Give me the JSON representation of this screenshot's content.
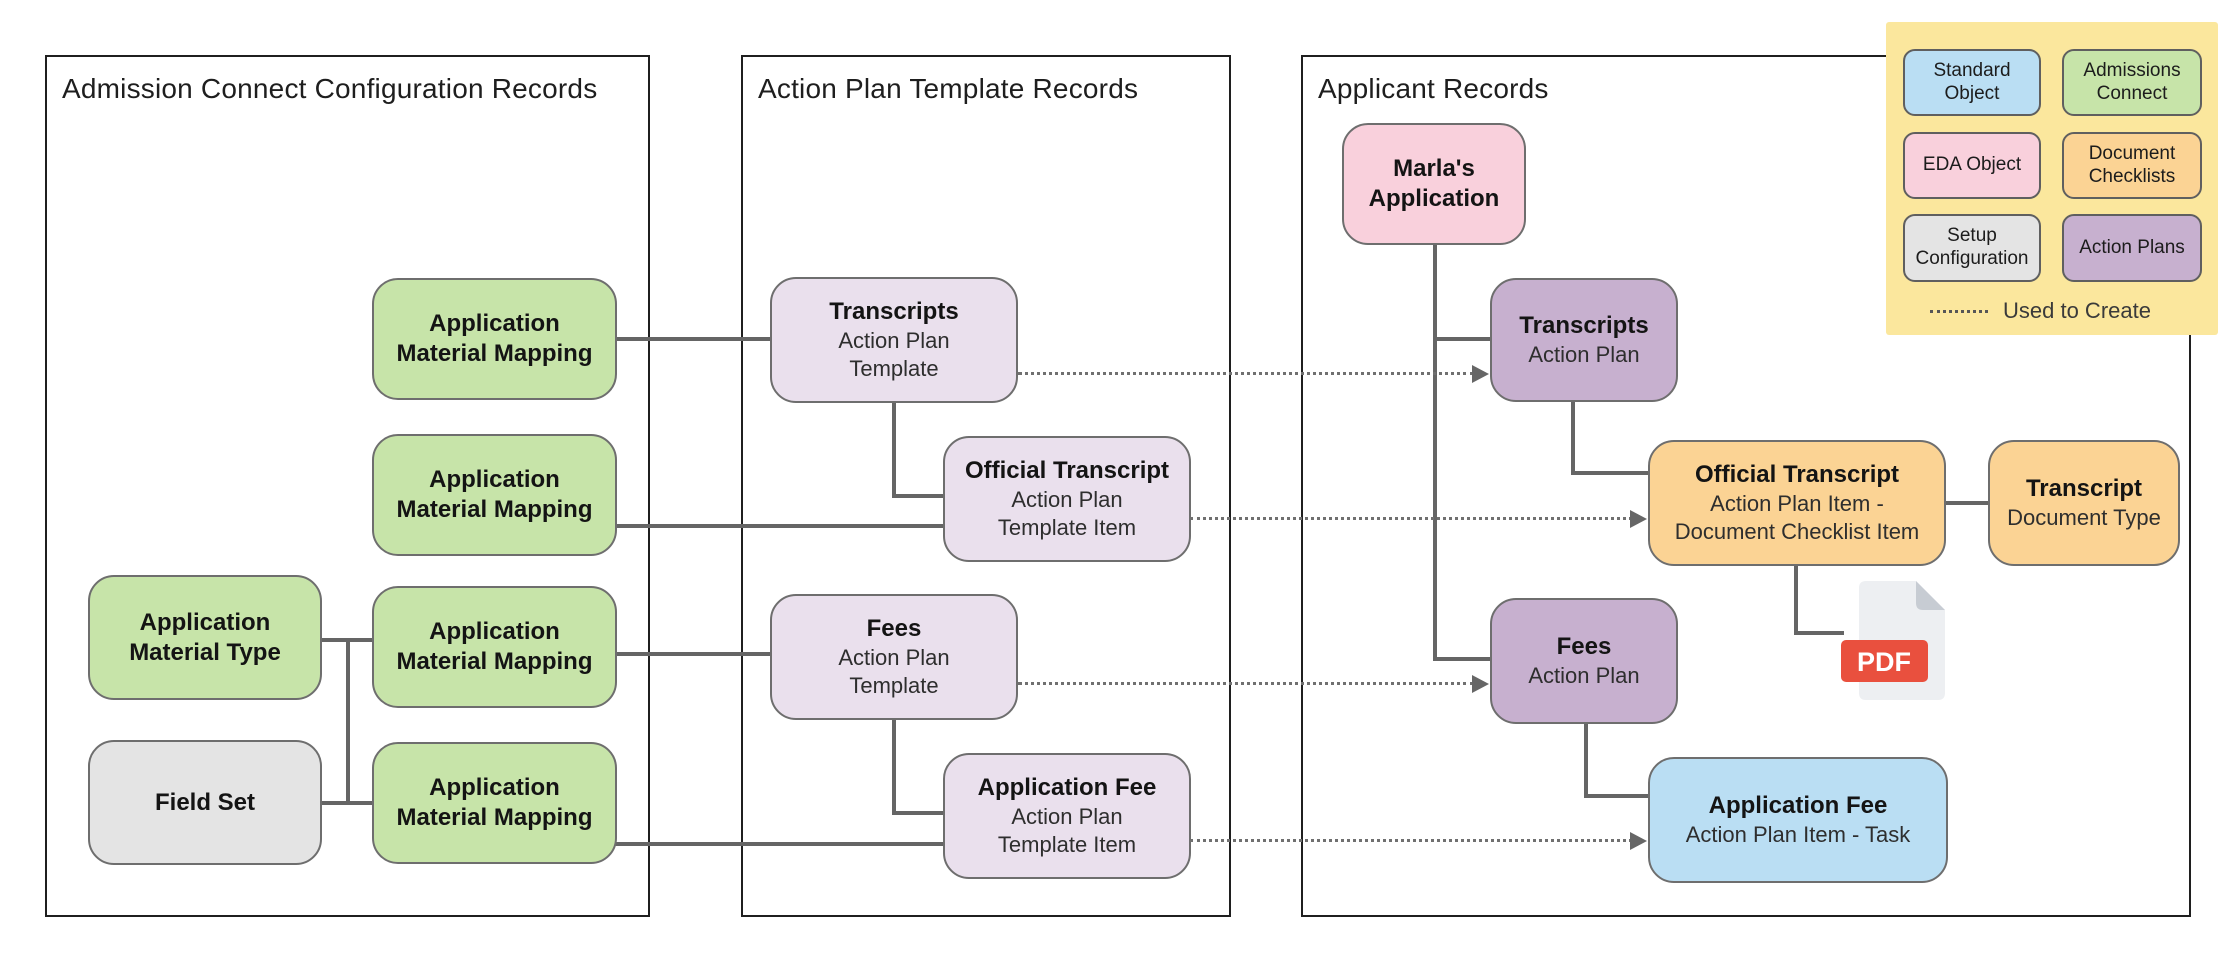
{
  "containers": {
    "config": {
      "title": "Admission Connect Configuration Records"
    },
    "templates": {
      "title": "Action Plan Template Records"
    },
    "applicant": {
      "title": "Applicant Records"
    }
  },
  "nodes": {
    "amm1": {
      "title": [
        "Application",
        "Material Mapping"
      ]
    },
    "amm2": {
      "title": [
        "Application",
        "Material Mapping"
      ]
    },
    "amm3": {
      "title": [
        "Application",
        "Material Mapping"
      ]
    },
    "amm4": {
      "title": [
        "Application",
        "Material Mapping"
      ]
    },
    "amt": {
      "title": [
        "Application",
        "Material Type"
      ]
    },
    "field_set": {
      "title": [
        "Field Set"
      ]
    },
    "transcripts_template": {
      "title": [
        "Transcripts"
      ],
      "subtitle": [
        "Action Plan",
        "Template"
      ]
    },
    "official_transcript_template_item": {
      "title": [
        "Official Transcript"
      ],
      "subtitle": [
        "Action Plan",
        "Template Item"
      ]
    },
    "fees_template": {
      "title": [
        "Fees"
      ],
      "subtitle": [
        "Action Plan",
        "Template"
      ]
    },
    "application_fee_template_item": {
      "title": [
        "Application Fee"
      ],
      "subtitle": [
        "Action Plan",
        "Template Item"
      ]
    },
    "marla_application": {
      "title": [
        "Marla's",
        "Application"
      ]
    },
    "transcripts_action_plan": {
      "title": [
        "Transcripts"
      ],
      "subtitle": [
        "Action Plan"
      ]
    },
    "official_transcript_item": {
      "title": [
        "Official Transcript"
      ],
      "subtitle": [
        "Action Plan Item -",
        "Document Checklist Item"
      ]
    },
    "transcript_document_type": {
      "title": [
        "Transcript"
      ],
      "subtitle": [
        "Document Type"
      ]
    },
    "fees_action_plan": {
      "title": [
        "Fees"
      ],
      "subtitle": [
        "Action Plan"
      ]
    },
    "application_fee_task": {
      "title": [
        "Application Fee"
      ],
      "subtitle": [
        "Action Plan Item - Task"
      ]
    }
  },
  "legend": {
    "items": [
      {
        "lines": [
          "Standard",
          "Object"
        ],
        "color": "#BADEF3"
      },
      {
        "lines": [
          "Admissions",
          "Connect"
        ],
        "color": "#C7E4A9"
      },
      {
        "lines": [
          "EDA Object"
        ],
        "color": "#F9D0DC"
      },
      {
        "lines": [
          "Document",
          "Checklists"
        ],
        "color": "#FBD394"
      },
      {
        "lines": [
          "Setup",
          "Configuration"
        ],
        "color": "#E4E4E4"
      },
      {
        "lines": [
          "Action Plans"
        ],
        "color": "#C7B0CF"
      }
    ],
    "note": "Used to Create"
  },
  "pdf_label": "PDF",
  "colors": {
    "standard_object": "#BADEF3",
    "admissions_connect": "#C7E4A9",
    "eda_object": "#F9D0DC",
    "document_checklists": "#FBD394",
    "setup_configuration": "#E4E4E4",
    "action_plans": "#C7B0CF",
    "action_plan_template_light": "#EAE0ED",
    "legend_background": "#FBE79D",
    "pdf_red": "#E9503E",
    "connector": "#656565"
  }
}
